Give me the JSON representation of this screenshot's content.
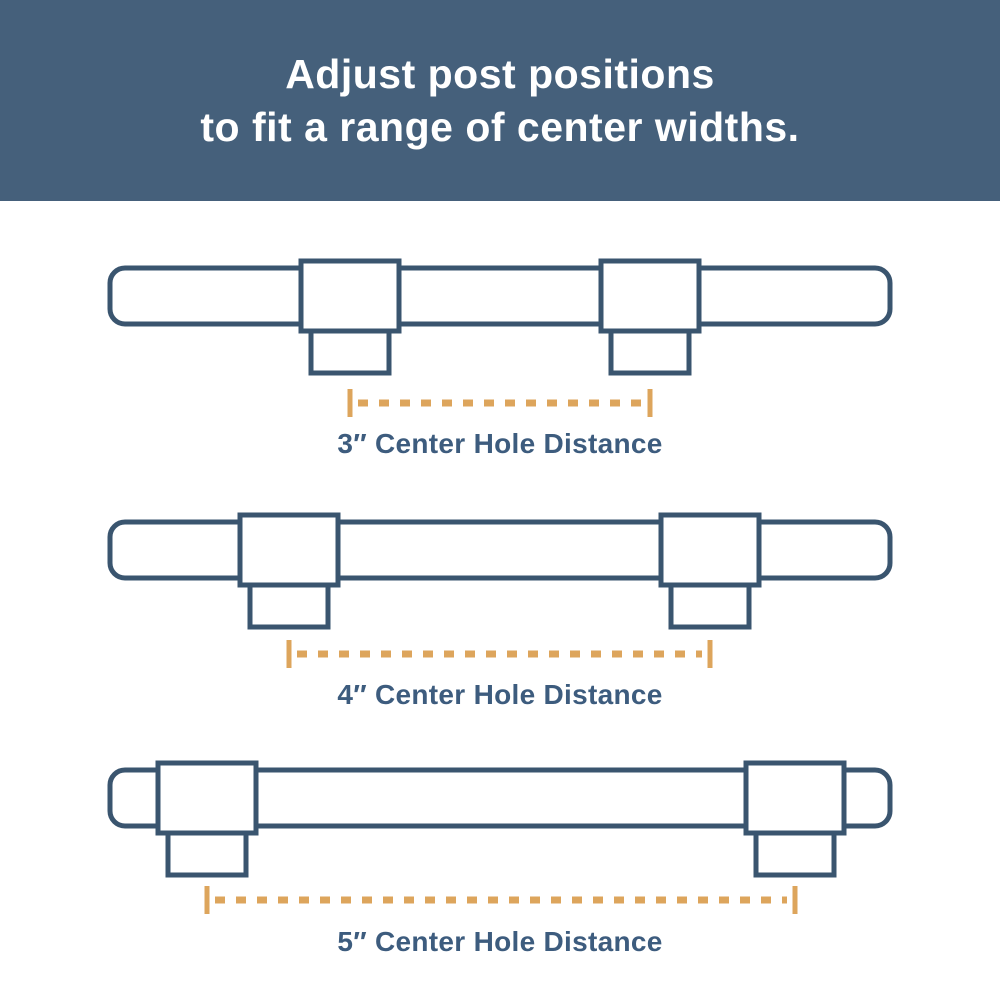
{
  "header": {
    "line1": "Adjust post positions",
    "line2": "to fit a range of center widths."
  },
  "diagrams": [
    {
      "label": "3″ Center Hole Distance"
    },
    {
      "label": "4″ Center Hole Distance"
    },
    {
      "label": "5″ Center Hole Distance"
    }
  ],
  "colors": {
    "header_bg": "#45607B",
    "outline": "#3A556F",
    "accent": "#DDA55C",
    "label_text": "#3D5C7E",
    "header_text": "#FFFFFF",
    "background": "#FFFFFF"
  }
}
